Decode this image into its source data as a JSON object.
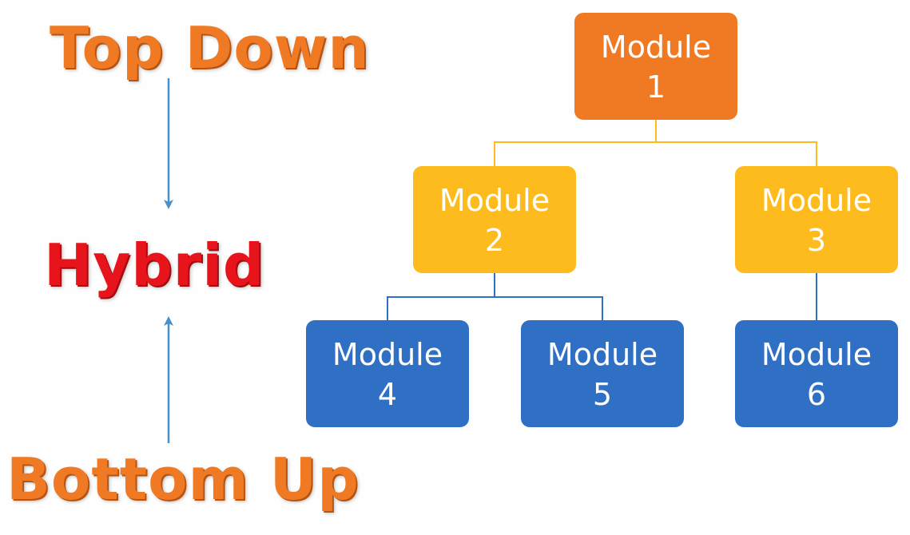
{
  "labels": {
    "top_down": "Top Down",
    "hybrid": "Hybrid",
    "bottom_up": "Bottom Up"
  },
  "modules": [
    {
      "id": "m1",
      "word": "Module",
      "number": "1",
      "color": "#f07a24"
    },
    {
      "id": "m2",
      "word": "Module",
      "number": "2",
      "color": "#fdbb1d"
    },
    {
      "id": "m3",
      "word": "Module",
      "number": "3",
      "color": "#fdbb1d"
    },
    {
      "id": "m4",
      "word": "Module",
      "number": "4",
      "color": "#2f70c4"
    },
    {
      "id": "m5",
      "word": "Module",
      "number": "5",
      "color": "#2f70c4"
    },
    {
      "id": "m6",
      "word": "Module",
      "number": "6",
      "color": "#2f70c4"
    }
  ],
  "colors": {
    "top_down_text": "#f07a24",
    "hybrid_text": "#e8141c",
    "bottom_up_text": "#f07a24",
    "arrow": "#4a90c8",
    "connector_top": "#fdbb1d",
    "connector_bottom": "#2f70c4"
  }
}
